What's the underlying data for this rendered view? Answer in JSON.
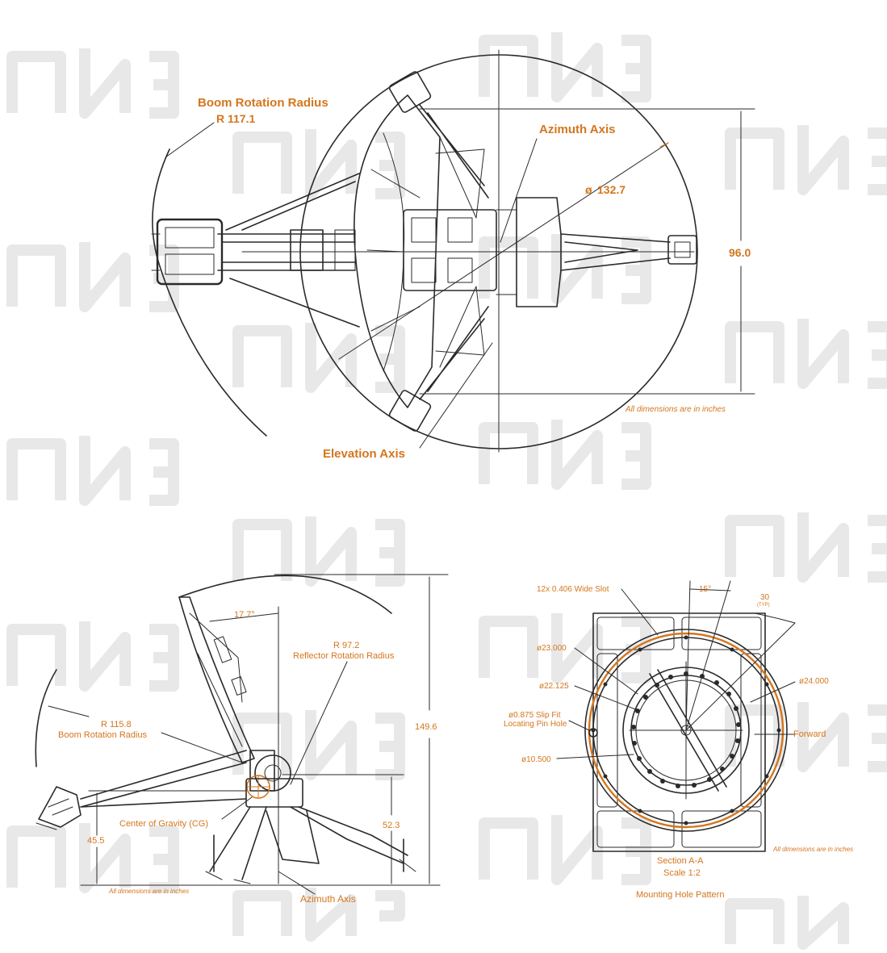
{
  "colors": {
    "accent": "#d4761e",
    "linework": "#2a2a2a",
    "watermark": "#e8e8e8"
  },
  "top_view": {
    "boom_rotation_radius": "Boom Rotation Radius",
    "boom_radius_value": "R 117.1",
    "azimuth_axis": "Azimuth Axis",
    "diameter": "132.7",
    "height": "96.0",
    "elevation_axis": "Elevation Axis",
    "units_note": "All dimensions are in inches"
  },
  "side_view": {
    "angle": "17.7°",
    "reflector_radius_value": "R 97.2",
    "reflector_radius_label": "Reflector Rotation Radius",
    "boom_radius_value": "R 115.8",
    "boom_radius_label": "Boom Rotation Radius",
    "total_height": "149.6",
    "height_52": "52.3",
    "height_45": "45.5",
    "cg_label": "Center of Gravity (CG)",
    "azimuth_axis": "Azimuth Axis",
    "units_note": "All dimensions are in inches"
  },
  "mount_view": {
    "slot_label": "12x 0.406 Wide Slot",
    "angle_15": "15°",
    "angle_30": "30",
    "angle_30_sub": "(TYP)",
    "d23": "ø23.000",
    "d24": "ø24.000",
    "d22": "ø22.125",
    "pin_line1": "ø0.875 Slip Fit",
    "pin_line2": "Locating Pin Hole",
    "forward": "Forward",
    "d10": "ø10.500",
    "section": "Section A-A",
    "scale": "Scale 1:2",
    "title": "Mounting Hole Pattern",
    "units_note": "All dimensions are in inches"
  }
}
